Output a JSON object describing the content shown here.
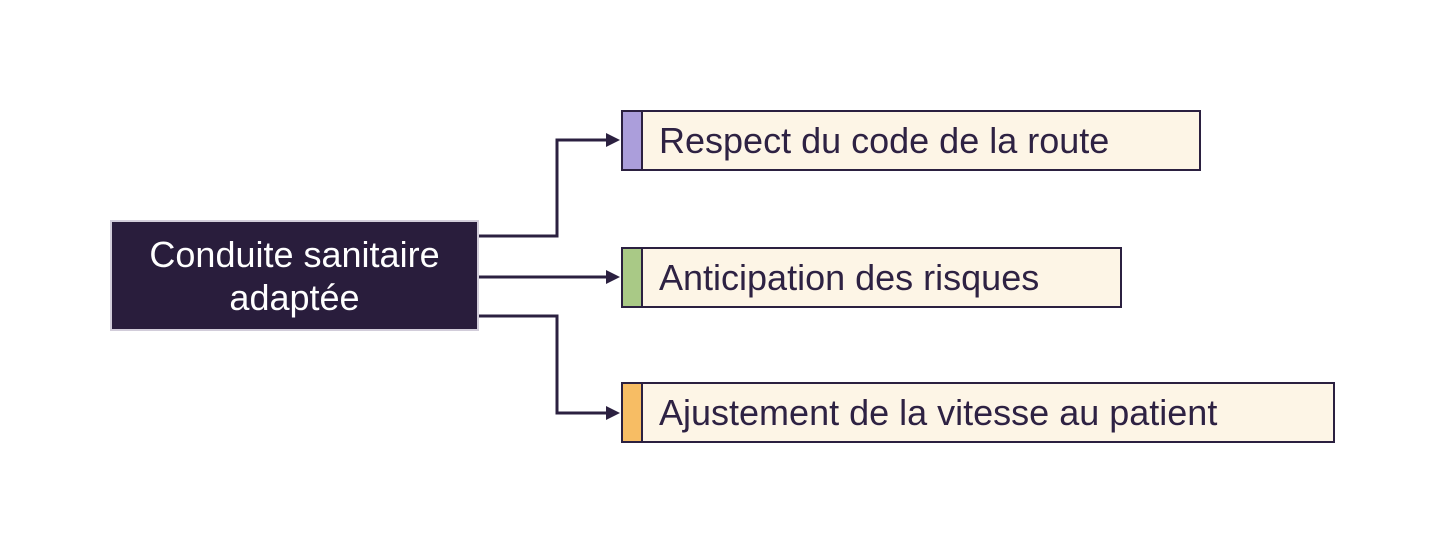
{
  "diagram": {
    "root": {
      "label": "Conduite sanitaire adaptée"
    },
    "children": [
      {
        "label": "Respect du code de la route",
        "accent_color": "#ab9edb"
      },
      {
        "label": "Anticipation des risques",
        "accent_color": "#a9c986"
      },
      {
        "label": "Ajustement de la vitesse au patient",
        "accent_color": "#f7bd64"
      }
    ],
    "colors": {
      "canvas_bg": "#ffffff",
      "root_bg": "#291d3c",
      "root_text": "#ffffff",
      "root_outline": "#d2cdda",
      "node_bg": "#fdf5e6",
      "node_border": "#2b2040",
      "node_text": "#2e2243",
      "connector": "#2b2040"
    }
  }
}
